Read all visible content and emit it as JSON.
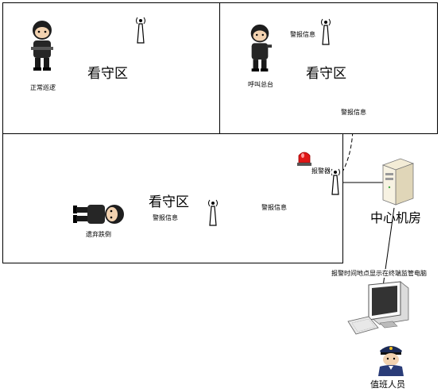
{
  "zones": [
    {
      "title": "看守区",
      "person_caption": "正常巡逻"
    },
    {
      "title": "看守区",
      "person_caption": "呼叫总台"
    },
    {
      "title": "看守区",
      "person_caption": "遗弃跌倒"
    }
  ],
  "messages": {
    "alarm_info_top": "警报信息",
    "alarm_info_vertical": "警报信息",
    "alarm_info_left": "警报信息",
    "alarm_info_right": "警报信息",
    "alarm_sounder": "报警器",
    "display_note": "报警时间地点显示在终端监管电脑"
  },
  "center_room": "中心机房",
  "duty_staff": "值班人员",
  "icons": [
    "guard-icon",
    "antenna-icon",
    "alarm-light-icon",
    "server-icon",
    "computer-icon",
    "police-officer-icon"
  ]
}
